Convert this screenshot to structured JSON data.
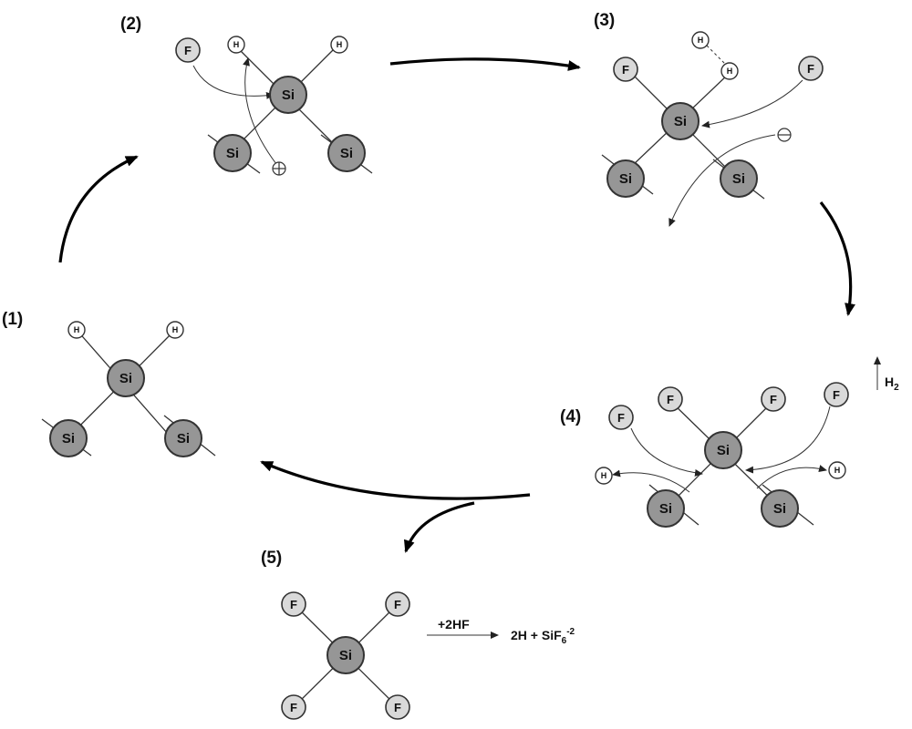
{
  "steps": {
    "s1": "(1)",
    "s2": "(2)",
    "s3": "(3)",
    "s4": "(4)",
    "s5": "(5)"
  },
  "atoms": {
    "si": "Si",
    "f": "F",
    "h": "H"
  },
  "charges": {
    "plus": "⊕",
    "minus": "⊖"
  },
  "h2_label": "H",
  "h2_sub": "2",
  "reaction": {
    "reagent": "+2HF",
    "product_main": "2H + SiF",
    "product_sub": "6",
    "product_sup": "-2"
  }
}
